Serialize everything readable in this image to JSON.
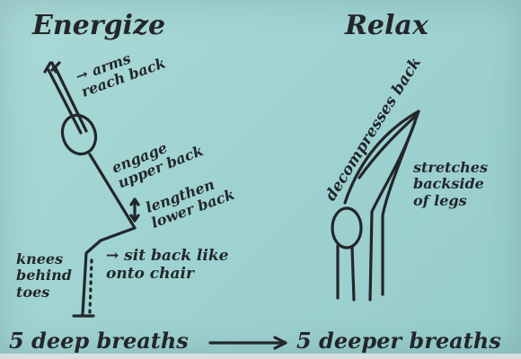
{
  "energize": {
    "title": "Energize",
    "note_arms": "→ arms reach back",
    "note_upper": "engage upper back",
    "note_lower": "lengthen lower back",
    "note_sit": "→ sit back like onto chair",
    "note_knees": "knees behind toes"
  },
  "relax": {
    "title": "Relax",
    "note_decompress": "decompresses back",
    "note_stretch": "stretches backside of legs"
  },
  "footer": {
    "left": "5 deep breaths",
    "right": "5 deeper breaths"
  },
  "colors": {
    "paper": "#a3d6d3",
    "ink": "#23262a"
  }
}
